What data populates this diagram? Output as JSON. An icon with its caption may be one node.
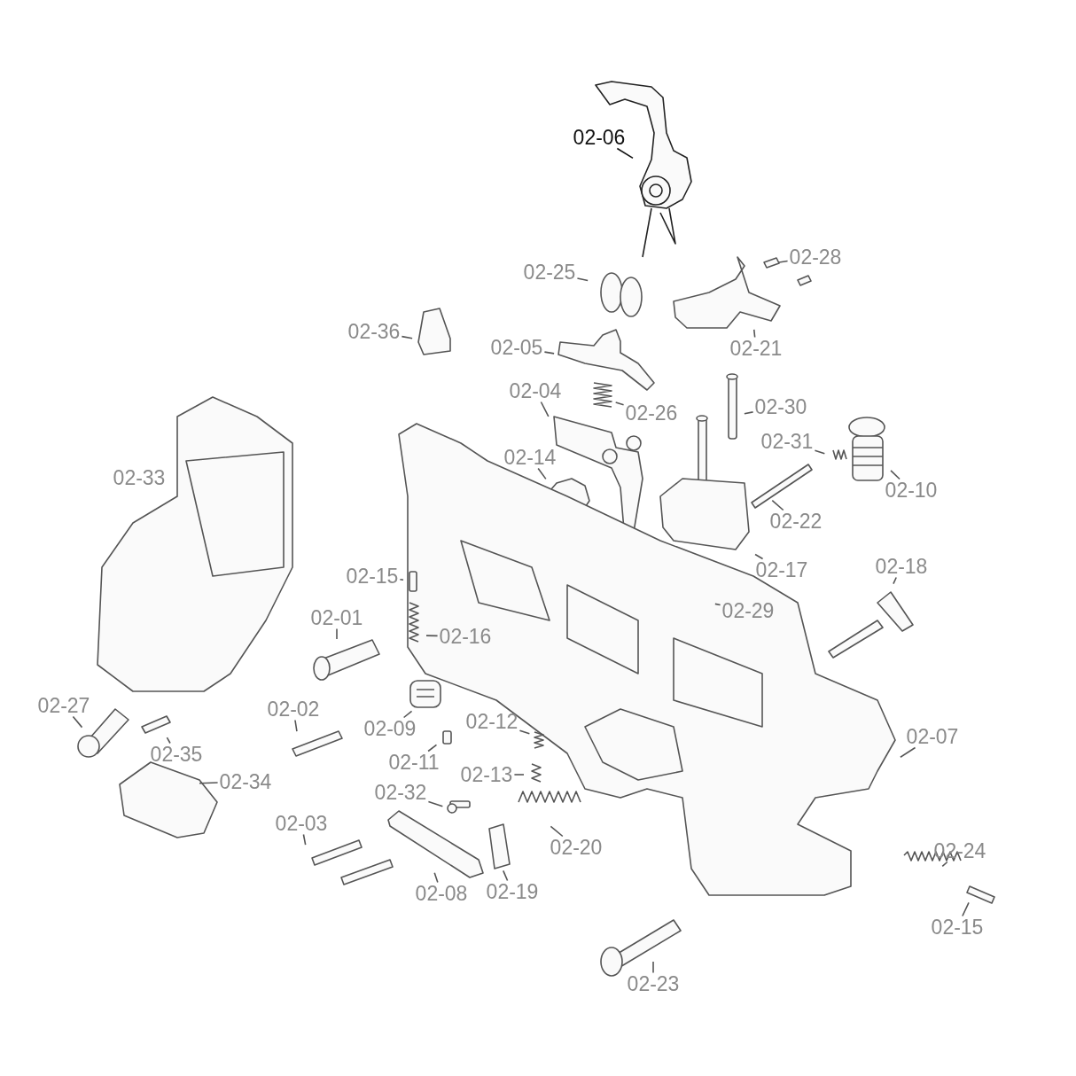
{
  "diagram": {
    "nodes": [
      {
        "text": [
          "02-06"
        ]
      },
      {
        "text": [
          "02-25"
        ]
      },
      {
        "text": [
          "02-28"
        ]
      },
      {
        "text": [
          "02-36"
        ]
      },
      {
        "text": [
          "02-21"
        ]
      },
      {
        "text": [
          "02-05"
        ]
      },
      {
        "text": [
          "02-04"
        ]
      },
      {
        "text": [
          "02-26"
        ]
      },
      {
        "text": [
          "02-30"
        ]
      },
      {
        "text": [
          "02-31"
        ]
      },
      {
        "text": [
          "02-14"
        ]
      },
      {
        "text": [
          "02-10"
        ]
      },
      {
        "text": [
          "02-33"
        ]
      },
      {
        "text": [
          "02-22"
        ]
      },
      {
        "text": [
          "02-17"
        ]
      },
      {
        "text": [
          "02-18"
        ]
      },
      {
        "text": [
          "02-15"
        ]
      },
      {
        "text": [
          "02-29"
        ]
      },
      {
        "text": [
          "02-01"
        ]
      },
      {
        "text": [
          "02-16"
        ]
      },
      {
        "text": [
          "02-27"
        ]
      },
      {
        "text": [
          "02-02"
        ]
      },
      {
        "text": [
          "02-09"
        ]
      },
      {
        "text": [
          "02-12"
        ]
      },
      {
        "text": [
          "02-07"
        ]
      },
      {
        "text": [
          "02-35"
        ]
      },
      {
        "text": [
          "02-11"
        ]
      },
      {
        "text": [
          "02-13"
        ]
      },
      {
        "text": [
          "02-34"
        ]
      },
      {
        "text": [
          "02-32"
        ]
      },
      {
        "text": [
          "02-03"
        ]
      },
      {
        "text": [
          "02-20"
        ]
      },
      {
        "text": [
          "02-24"
        ]
      },
      {
        "text": [
          "02-08"
        ]
      },
      {
        "text": [
          "02-19"
        ]
      },
      {
        "text": [
          "02-15"
        ]
      },
      {
        "text": [
          "02-23"
        ]
      }
    ],
    "edges": [
      {
        "from": 0,
        "to": null,
        "arrow": "none"
      },
      {
        "from": 1,
        "to": null,
        "arrow": "none"
      },
      {
        "from": 2,
        "to": null,
        "arrow": "none"
      },
      {
        "from": 3,
        "to": null,
        "arrow": "none"
      },
      {
        "from": 4,
        "to": null,
        "arrow": "none"
      },
      {
        "from": 5,
        "to": null,
        "arrow": "none"
      },
      {
        "from": 6,
        "to": null,
        "arrow": "none"
      },
      {
        "from": 7,
        "to": null,
        "arrow": "none"
      },
      {
        "from": 8,
        "to": null,
        "arrow": "none"
      },
      {
        "from": 9,
        "to": null,
        "arrow": "none"
      },
      {
        "from": 10,
        "to": null,
        "arrow": "none"
      },
      {
        "from": 11,
        "to": null,
        "arrow": "none"
      },
      {
        "from": 13,
        "to": null,
        "arrow": "none"
      },
      {
        "from": 14,
        "to": null,
        "arrow": "none"
      },
      {
        "from": 15,
        "to": null,
        "arrow": "none"
      },
      {
        "from": 16,
        "to": null,
        "arrow": "none"
      },
      {
        "from": 17,
        "to": null,
        "arrow": "none"
      },
      {
        "from": 18,
        "to": null,
        "arrow": "none"
      },
      {
        "from": 19,
        "to": null,
        "arrow": "none"
      },
      {
        "from": 20,
        "to": null,
        "arrow": "none"
      },
      {
        "from": 21,
        "to": null,
        "arrow": "none"
      },
      {
        "from": 22,
        "to": null,
        "arrow": "none"
      },
      {
        "from": 23,
        "to": null,
        "arrow": "none"
      },
      {
        "from": 24,
        "to": null,
        "arrow": "none"
      },
      {
        "from": 25,
        "to": null,
        "arrow": "none"
      },
      {
        "from": 26,
        "to": null,
        "arrow": "none"
      },
      {
        "from": 27,
        "to": null,
        "arrow": "none"
      },
      {
        "from": 28,
        "to": null,
        "arrow": "none"
      },
      {
        "from": 29,
        "to": null,
        "arrow": "none"
      },
      {
        "from": 30,
        "to": null,
        "arrow": "none"
      },
      {
        "from": 31,
        "to": null,
        "arrow": "none"
      },
      {
        "from": 32,
        "to": null,
        "arrow": "none"
      },
      {
        "from": 33,
        "to": null,
        "arrow": "none"
      },
      {
        "from": 34,
        "to": null,
        "arrow": "none"
      },
      {
        "from": 35,
        "to": null,
        "arrow": "none"
      },
      {
        "from": 36,
        "to": null,
        "arrow": "none"
      }
    ]
  }
}
